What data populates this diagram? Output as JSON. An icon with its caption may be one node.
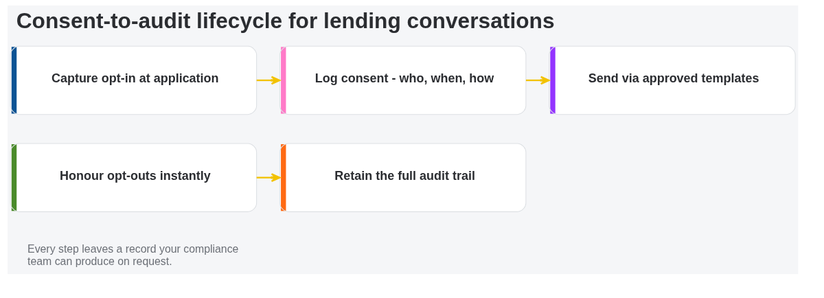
{
  "diagram": {
    "title": "Consent-to-audit lifecycle for lending conversations",
    "caption": "Every step leaves a record your compliance team can produce on request.",
    "nodes": [
      {
        "text": [
          "Capture opt-in at application"
        ]
      },
      {
        "text": [
          "Log consent - who, when, how"
        ]
      },
      {
        "text": [
          "Send via approved templates"
        ]
      },
      {
        "text": [
          "Honour opt-outs instantly"
        ]
      },
      {
        "text": [
          "Retain the full audit trail"
        ]
      }
    ],
    "edges": [
      {
        "from": 0,
        "to": 1,
        "arrow": "to"
      },
      {
        "from": 1,
        "to": 2,
        "arrow": "to"
      },
      {
        "from": 3,
        "to": 4,
        "arrow": "to"
      }
    ]
  }
}
